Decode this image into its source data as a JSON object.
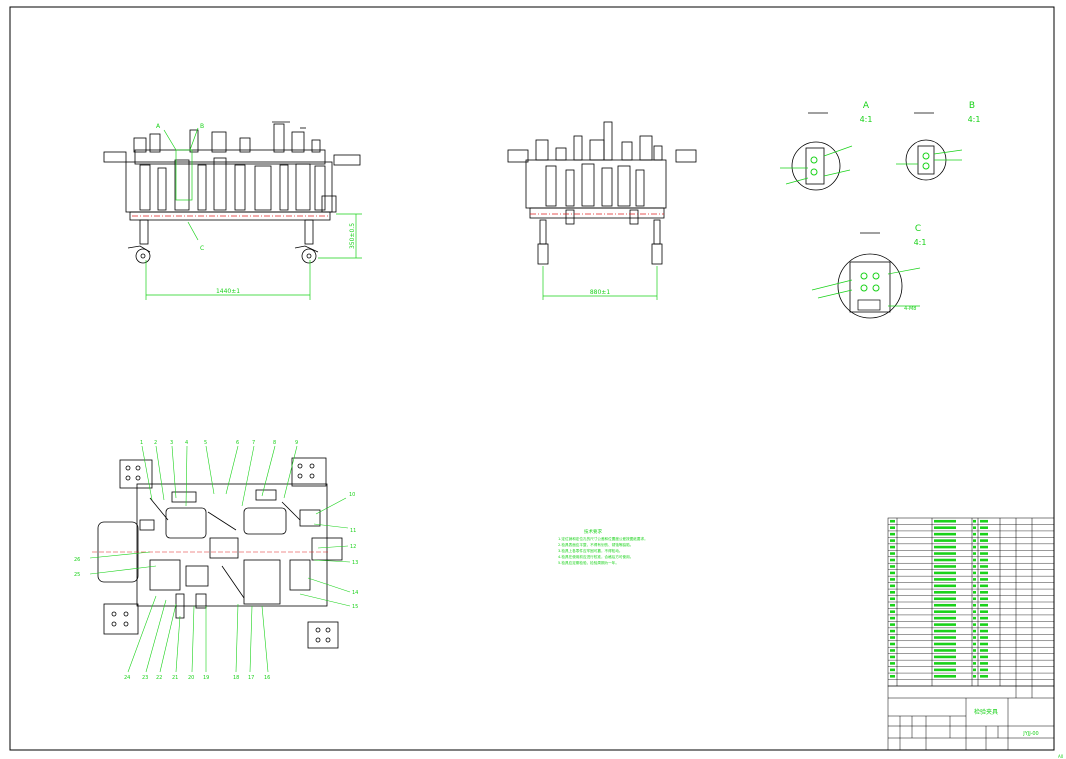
{
  "colors": {
    "background": "#ffffff",
    "frame": "#000000",
    "annotation": "#19d219",
    "centerline": "#e02020"
  },
  "front_view": {
    "dim_width": "1440±1",
    "dim_height": "350±0.5",
    "label_a": "A",
    "label_b": "B",
    "label_c": "C"
  },
  "side_view": {
    "dim_width": "880±1"
  },
  "details": [
    {
      "letter": "A",
      "scale": "4:1"
    },
    {
      "letter": "B",
      "scale": "4:1"
    },
    {
      "letter": "C",
      "scale": "4:1"
    }
  ],
  "detail_c_note": "4-M8",
  "balloons_top": [
    "1",
    "2",
    "3",
    "4",
    "5",
    "6",
    "7",
    "8",
    "9"
  ],
  "balloons_right": [
    "10",
    "11",
    "12",
    "13",
    "14",
    "15"
  ],
  "balloons_bottom": [
    "24",
    "23",
    "22",
    "21",
    "20",
    "19",
    "18",
    "17",
    "16"
  ],
  "balloons_left": [
    "26",
    "25"
  ],
  "tech_notes": {
    "title": "技术要求",
    "lines": [
      "1.定位销和定位孔的尺寸公差和位置度公差按图纸要求。",
      "2.检具表面应平整，不得有划伤、锈蚀等缺陷。",
      "3.检具上各零件应牢固可靠，不得松动。",
      "4.检具在使用前应进行校准，合格后方可使用。",
      "5.检具应定期检验，检验周期为一年。"
    ]
  },
  "title_block": {
    "drawing_name": "检验夹具",
    "drawing_no": "JYJJ-00"
  },
  "corner_mark": "A0"
}
